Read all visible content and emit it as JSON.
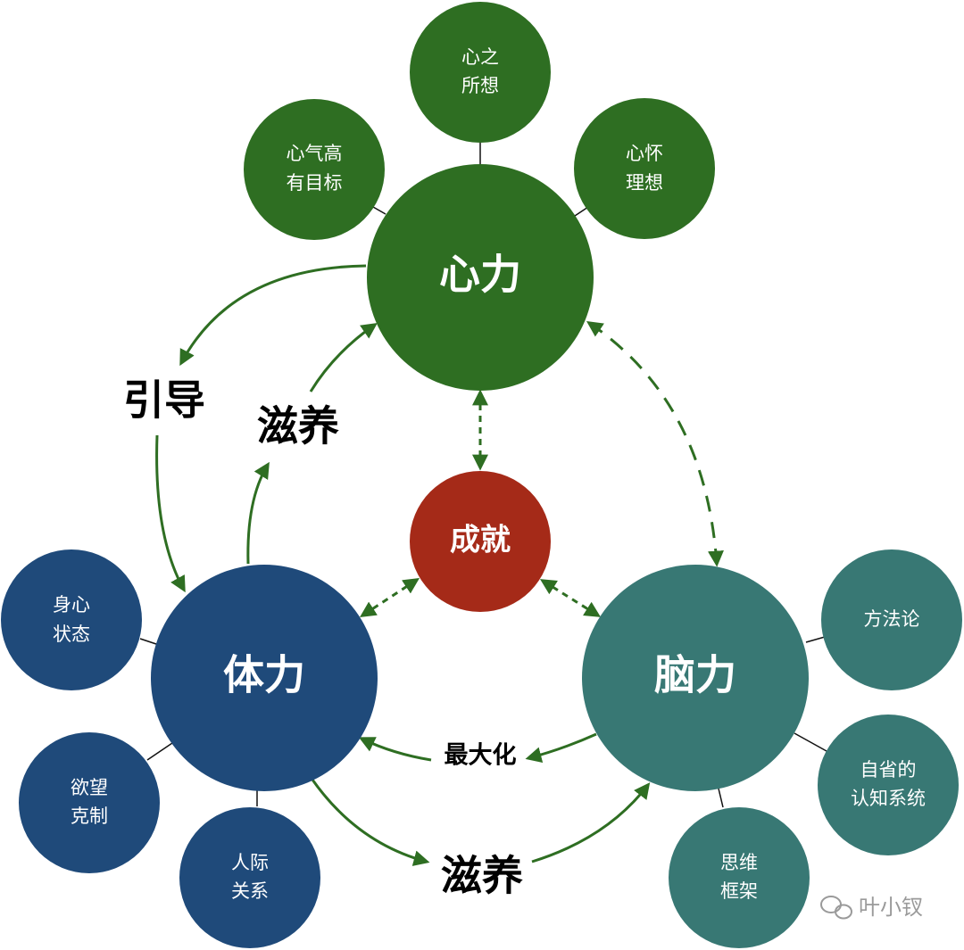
{
  "colors": {
    "green": "#2e6e22",
    "blue": "#1f4a7a",
    "teal": "#387874",
    "red": "#a52a18",
    "arrow": "#2e6e22"
  },
  "nodes": {
    "xinli": "心力",
    "tili": "体力",
    "naoli": "脑力",
    "chengjiu": "成就"
  },
  "satellites": {
    "xinli": [
      {
        "lines": [
          "心之",
          "所想"
        ]
      },
      {
        "lines": [
          "心气高",
          "有目标"
        ]
      },
      {
        "lines": [
          "心怀",
          "理想"
        ]
      }
    ],
    "tili": [
      {
        "lines": [
          "身心",
          "状态"
        ]
      },
      {
        "lines": [
          "欲望",
          "克制"
        ]
      },
      {
        "lines": [
          "人际",
          "关系"
        ]
      }
    ],
    "naoli": [
      {
        "lines": [
          "方法论"
        ]
      },
      {
        "lines": [
          "自省的",
          "认知系统"
        ]
      },
      {
        "lines": [
          "思维",
          "框架"
        ]
      }
    ]
  },
  "labels": {
    "yindao": "引导",
    "ziyang_left": "滋养",
    "ziyang_bottom": "滋养",
    "zuidahua": "最大化"
  },
  "watermark": {
    "icon": "wechat-icon",
    "text": "叶小钗"
  }
}
